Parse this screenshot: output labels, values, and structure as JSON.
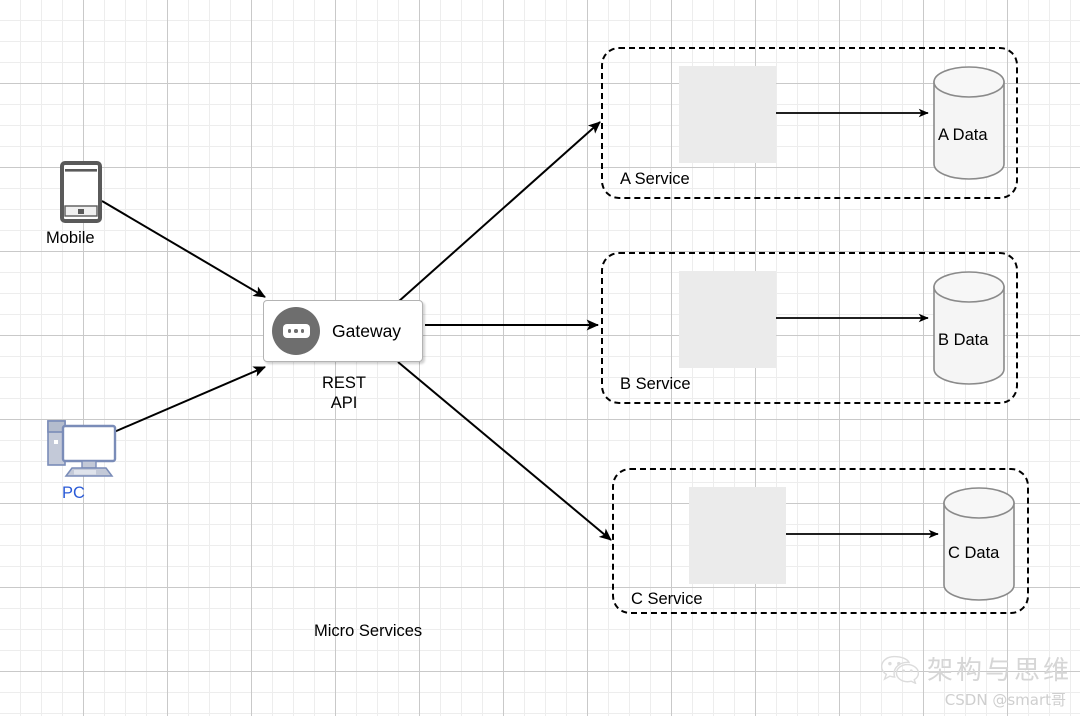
{
  "diagram": {
    "title": "Micro Services",
    "caption": "Micro Services",
    "gateway": {
      "label": "Gateway",
      "sublabel": "REST\nAPI",
      "sublabel_line1": "REST",
      "sublabel_line2": "API",
      "icon": "gateway-dots-icon"
    },
    "clients": [
      {
        "id": "mobile",
        "label": "Mobile",
        "icon": "mobile-phone-icon",
        "color": "#000000"
      },
      {
        "id": "pc",
        "label": "PC",
        "icon": "desktop-computer-icon",
        "color": "#2b5bd7"
      }
    ],
    "services": [
      {
        "id": "a",
        "label": "A Service",
        "icon": "service-cube-icon",
        "database": {
          "label": "A Data",
          "icon": "database-cylinder-icon"
        }
      },
      {
        "id": "b",
        "label": "B Service",
        "icon": "service-cube-icon",
        "database": {
          "label": "B Data",
          "icon": "database-cylinder-icon"
        }
      },
      {
        "id": "c",
        "label": "C Service",
        "icon": "service-cube-icon",
        "database": {
          "label": "C Data",
          "icon": "database-cylinder-icon"
        }
      }
    ],
    "connections": [
      {
        "from": "Mobile",
        "to": "Gateway"
      },
      {
        "from": "PC",
        "to": "Gateway"
      },
      {
        "from": "Gateway",
        "to": "A Service"
      },
      {
        "from": "Gateway",
        "to": "B Service"
      },
      {
        "from": "Gateway",
        "to": "C Service"
      },
      {
        "from": "A Service",
        "to": "A Data"
      },
      {
        "from": "B Service",
        "to": "B Data"
      },
      {
        "from": "C Service",
        "to": "C Data"
      }
    ]
  },
  "watermark": {
    "brand": "架构与思维",
    "credit": "CSDN @smart哥",
    "logo": "wechat-icon"
  },
  "colors": {
    "stroke": "#000000",
    "grid_minor": "#ededed",
    "grid_major": "#c9c9c9",
    "gateway_icon": "#6e6e6e",
    "service_icon_bg": "#ebebeb",
    "service_icon": "#3c3f45",
    "db_fill": "#f5f5f5",
    "db_stroke": "#8a8a8a",
    "pc_accent": "#7a8cb8",
    "pc_label": "#2b5bd7",
    "mobile_body": "#5a5a5a"
  }
}
